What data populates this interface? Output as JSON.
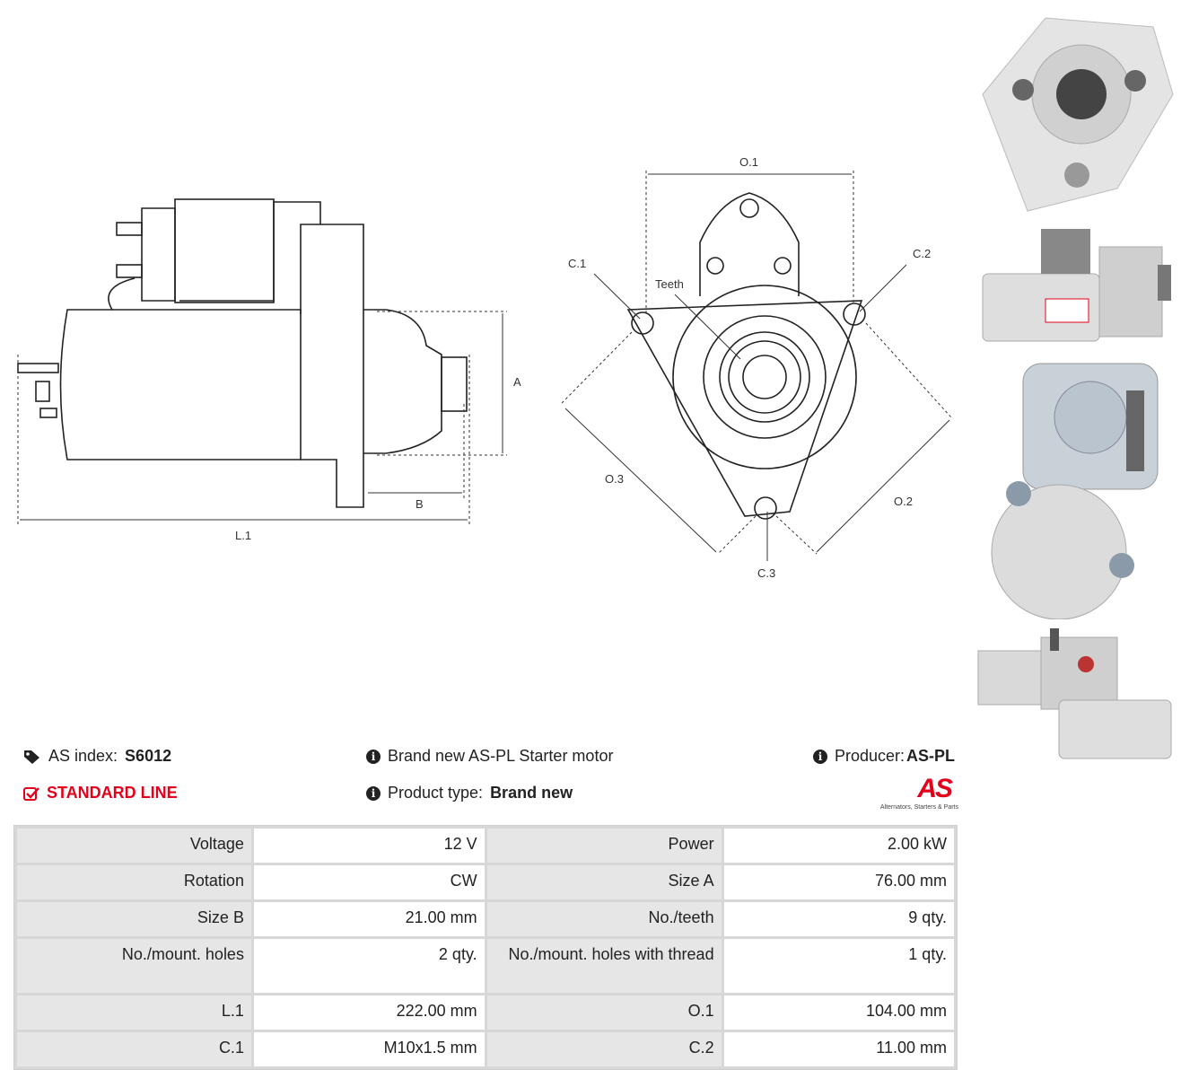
{
  "drawing": {
    "labels": {
      "a": "A",
      "b": "B",
      "l1": "L.1",
      "o1": "O.1",
      "o2": "O.2",
      "o3": "O.3",
      "c1": "C.1",
      "c2": "C.2",
      "c3": "C.3",
      "teeth": "Teeth"
    }
  },
  "product": {
    "as_index_label": "AS index:",
    "as_index_value": "S6012",
    "line": "STANDARD LINE",
    "description": "Brand new AS-PL Starter motor",
    "product_type_label": "Product type:",
    "product_type_value": "Brand new",
    "producer_label": "Producer:",
    "producer_value": "AS-PL",
    "logo_mark": "AS",
    "logo_tagline": "Alternators, Starters & Parts"
  },
  "specs": [
    {
      "k1": "Voltage",
      "v1": "12 V",
      "k2": "Power",
      "v2": "2.00 kW"
    },
    {
      "k1": "Rotation",
      "v1": "CW",
      "k2": "Size A",
      "v2": "76.00 mm"
    },
    {
      "k1": "Size B",
      "v1": "21.00 mm",
      "k2": "No./teeth",
      "v2": "9 qty."
    },
    {
      "k1": "No./mount. holes",
      "v1": "2 qty.",
      "k2": "No./mount. holes with thread",
      "v2": "1 qty."
    },
    {
      "k1": "L.1",
      "v1": "222.00 mm",
      "k2": "O.1",
      "v2": "104.00 mm"
    },
    {
      "k1": "C.1",
      "v1": "M10x1.5 mm",
      "k2": "C.2",
      "v2": "11.00 mm"
    }
  ],
  "colors": {
    "accent": "#e3001b",
    "key_cell": "#e6e6e6",
    "border": "#d7d7d7"
  }
}
